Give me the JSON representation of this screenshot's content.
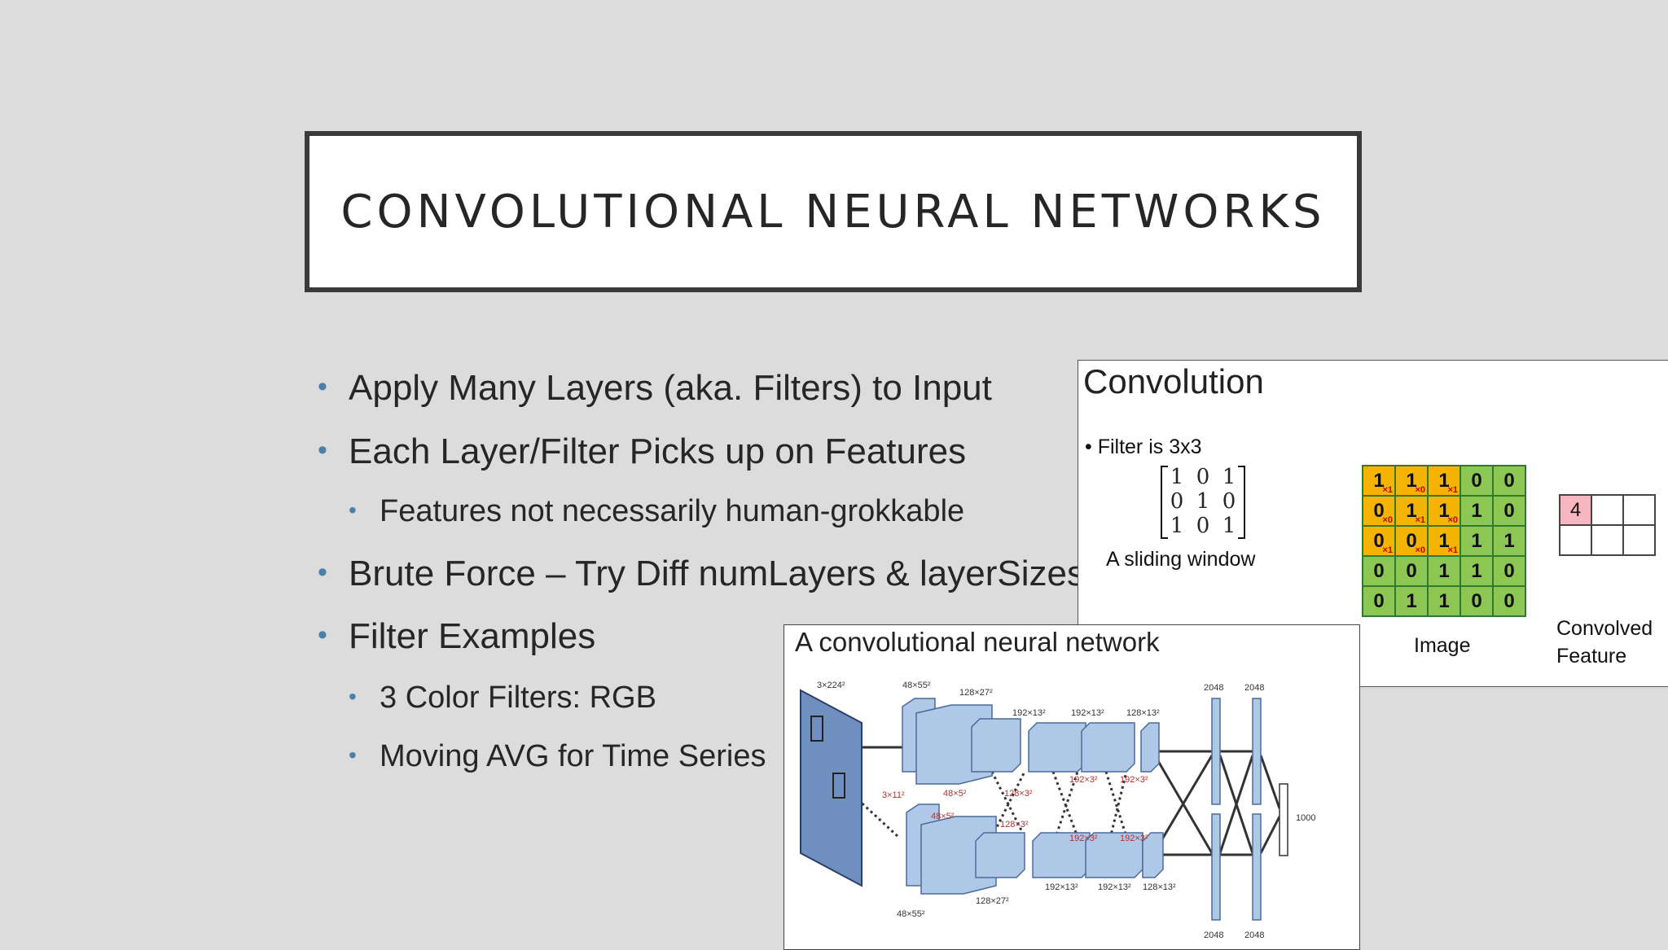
{
  "slide": {
    "title": "CONVOLUTIONAL NEURAL NETWORKS",
    "bullets": [
      {
        "text": "Apply Many Layers (aka. Filters)  to Input"
      },
      {
        "text": "Each Layer/Filter Picks up on Features"
      },
      {
        "text": "Features not necessarily human-grokkable"
      },
      {
        "text": "Brute Force – Try Diff numLayers & layerSizes"
      },
      {
        "text": "Filter Examples"
      },
      {
        "text": "3 Color Filters:  RGB"
      },
      {
        "text": "Moving AVG for Time Series"
      }
    ],
    "bullet_marker": "•",
    "accent_color": "#4a7fa8"
  },
  "convolution_figure": {
    "title": "Convolution",
    "filter_line": "• Filter is 3x3",
    "matrix": [
      "1",
      "0",
      "1",
      "0",
      "1",
      "0",
      "1",
      "0",
      "1"
    ],
    "caption": "A sliding window",
    "image_grid": [
      [
        "1",
        "1",
        "1",
        "0",
        "0"
      ],
      [
        "0",
        "1",
        "1",
        "1",
        "0"
      ],
      [
        "0",
        "0",
        "1",
        "1",
        "1"
      ],
      [
        "0",
        "0",
        "1",
        "1",
        "0"
      ],
      [
        "0",
        "1",
        "1",
        "0",
        "0"
      ]
    ],
    "weights": [
      "×1",
      "×0",
      "×1",
      "×0",
      "×1",
      "×0",
      "×1",
      "×0",
      "×1"
    ],
    "image_label": "Image",
    "feature_value": "4",
    "feature_label_line1": "Convolved",
    "feature_label_line2": "Feature",
    "highlight_color": "#f5b400",
    "grid_color": "#8cc653",
    "feature_highlight_color": "#f7b7c0"
  },
  "cnn_figure": {
    "title": "A convolutional neural network",
    "labels": {
      "input": "3×224²",
      "c1_top": "48×55²",
      "c2_top": "128×27²",
      "c3_top": "192×13²",
      "c4_top": "192×13²",
      "c5_top": "128×13²",
      "fc1_top": "2048",
      "fc2_top": "2048",
      "k1": "3×11²",
      "k2a": "48×5²",
      "k2b": "48×5²",
      "k3a": "128×3²",
      "k3b": "128×3²",
      "k4a": "192×3²",
      "k5a": "192×3²",
      "k4b": "192×3²",
      "k5b": "192×3²",
      "c1_bot": "48×55²",
      "c2_bot": "128×27²",
      "c3_bot": "192×13²",
      "c4_bot": "192×13²",
      "c5_bot": "128×13²",
      "fc1_bot": "2048",
      "fc2_bot": "2048",
      "out": "1000"
    },
    "box_color": "#b0c8e8",
    "input_color": "#6f8fbf"
  }
}
